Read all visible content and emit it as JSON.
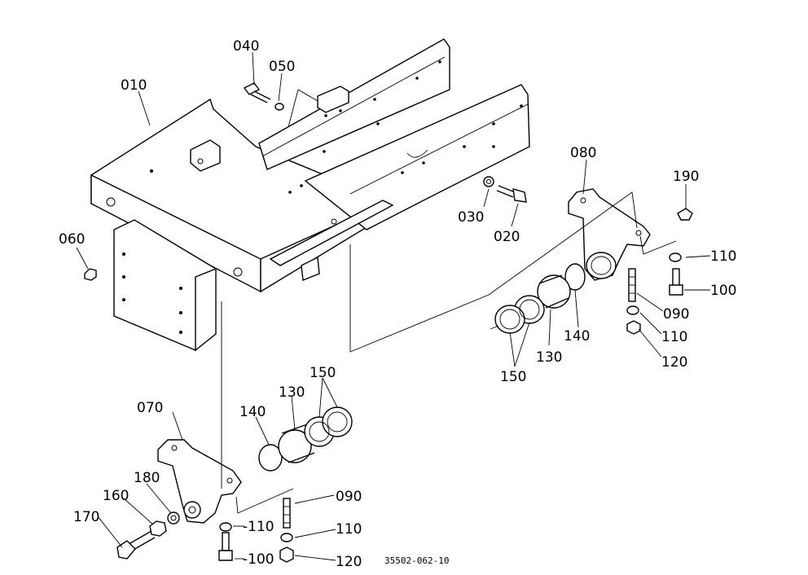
{
  "diagram": {
    "drawing_code": "35502-062-10",
    "part_labels": {
      "p010": "010",
      "p020": "020",
      "p030": "030",
      "p040": "040",
      "p050": "050",
      "p060": "060",
      "p070": "070",
      "p080": "080",
      "p090_right": "090",
      "p090_left": "090",
      "p100_right": "100",
      "p100_left": "-100",
      "p110_right_top": "110",
      "p110_right_bottom": "110",
      "p110_left_a": "-110",
      "p110_left_b": "110",
      "p120_right": "120",
      "p120_left": "120",
      "p130_right": "130",
      "p130_left": "130",
      "p140_right": "140",
      "p140_left": "140",
      "p150_right": "150",
      "p150_left": "150",
      "p160": "160",
      "p170": "170",
      "p180": "180",
      "p190": "190"
    }
  }
}
